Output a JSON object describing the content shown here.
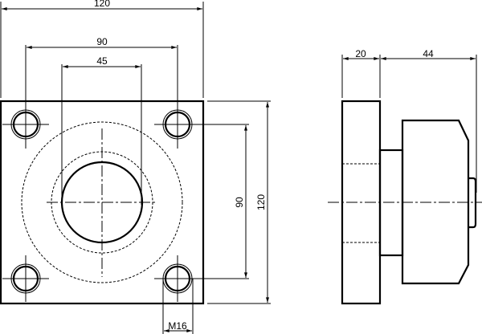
{
  "front_view": {
    "dimensions": {
      "overall_width": "120",
      "hole_spacing_horizontal": "90",
      "bore_diameter": "45",
      "hole_spacing_vertical": "90",
      "overall_height": "120",
      "thread_size": "M16"
    }
  },
  "side_view": {
    "dimensions": {
      "flange_thickness": "20",
      "body_length": "44"
    }
  }
}
